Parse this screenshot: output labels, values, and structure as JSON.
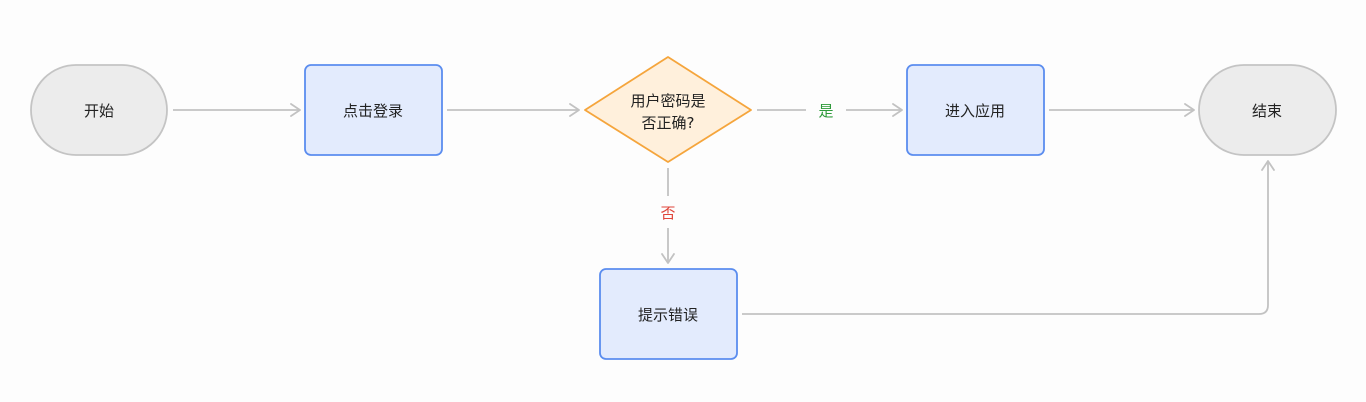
{
  "colors": {
    "terminal_fill": "#ececec",
    "terminal_stroke": "#c4c4c4",
    "process_fill": "#e3ebfd",
    "process_stroke": "#5b8def",
    "decision_fill": "#fff0dc",
    "decision_stroke": "#f5a53c",
    "edge_stroke": "#c2c2c2",
    "yes_label": "#2e9a3a",
    "no_label": "#e0453a",
    "text": "#222222"
  },
  "nodes": {
    "start": {
      "type": "terminal",
      "text": "开始"
    },
    "login": {
      "type": "process",
      "text": "点击登录"
    },
    "check": {
      "type": "decision",
      "lines": [
        "用户密码是",
        "否正确?"
      ]
    },
    "enter": {
      "type": "process",
      "text": "进入应用"
    },
    "end": {
      "type": "terminal",
      "text": "结束"
    },
    "error": {
      "type": "process",
      "text": "提示错误"
    }
  },
  "edges": [
    {
      "from": "start",
      "to": "login",
      "label": ""
    },
    {
      "from": "login",
      "to": "check",
      "label": ""
    },
    {
      "from": "check",
      "to": "enter",
      "label": "是"
    },
    {
      "from": "check",
      "to": "error",
      "label": "否"
    },
    {
      "from": "enter",
      "to": "end",
      "label": ""
    },
    {
      "from": "error",
      "to": "end",
      "label": ""
    }
  ]
}
